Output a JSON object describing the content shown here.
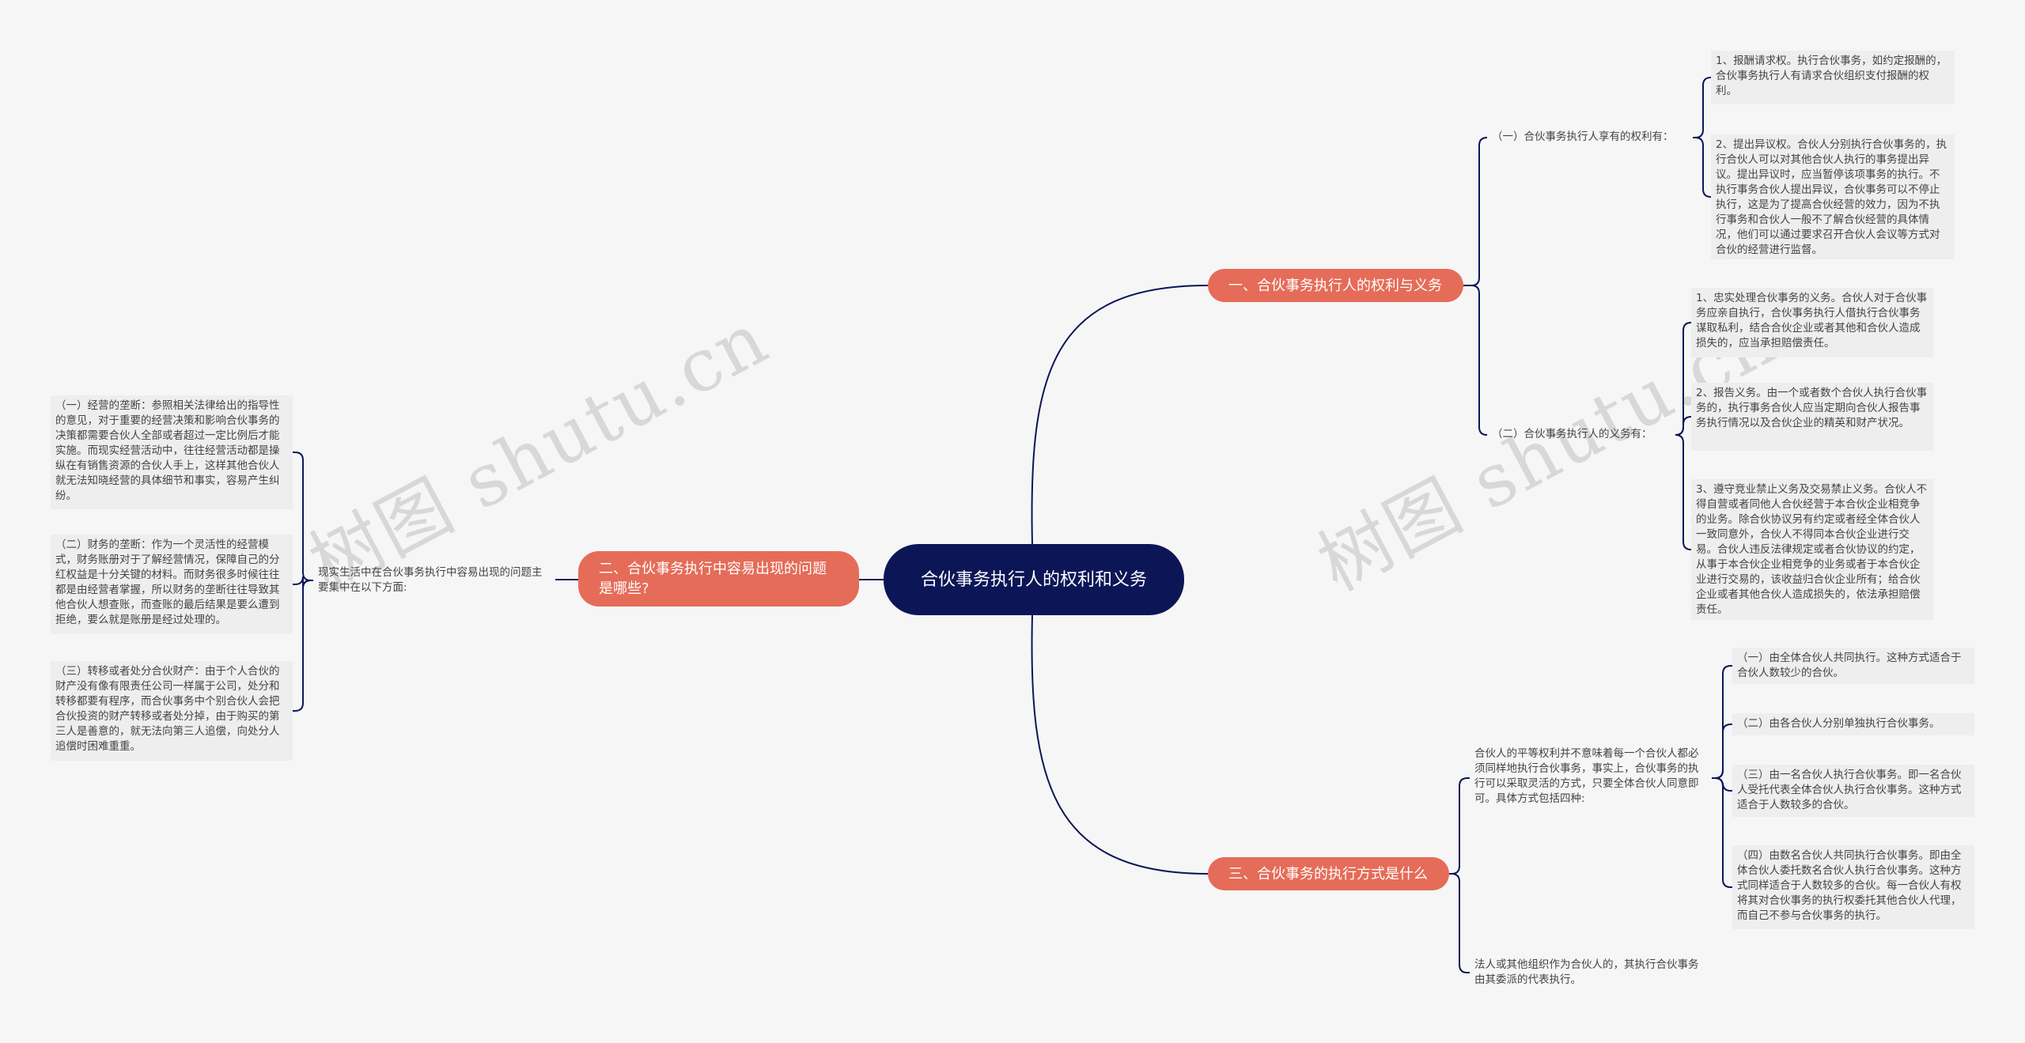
{
  "watermark": "树图 shutu.cn",
  "root": "合伙事务执行人的权利和义务",
  "branches": {
    "b1": {
      "title": "一、合伙事务执行人的权利与义务",
      "rights": {
        "label": "（一）合伙事务执行人享有的权利有：",
        "items": [
          "1、报酬请求权。执行合伙事务，如约定报酬的，合伙事务执行人有请求合伙组织支付报酬的权利。",
          "2、提出异议权。合伙人分别执行合伙事务的，执行合伙人可以对其他合伙人执行的事务提出异议。提出异议时，应当暂停该项事务的执行。不执行事务合伙人提出异议，合伙事务可以不停止执行，这是为了提高合伙经营的效力，因为不执行事务和合伙人一般不了解合伙经营的具体情况，他们可以通过要求召开合伙人会议等方式对合伙的经营进行监督。"
        ]
      },
      "duties": {
        "label": "（二）合伙事务执行人的义务有：",
        "items": [
          "1、忠实处理合伙事务的义务。合伙人对于合伙事务应亲自执行，合伙事务执行人借执行合伙事务谋取私利，结合合伙企业或者其他和合伙人造成损失的，应当承担赔偿责任。",
          "2、报告义务。由一个或者数个合伙人执行合伙事务的，执行事务合伙人应当定期向合伙人报告事务执行情况以及合伙企业的精英和财产状况。",
          "3、遵守竞业禁止义务及交易禁止义务。合伙人不得自营或者同他人合伙经营于本合伙企业相竞争的业务。除合伙协议另有约定或者经全体合伙人一致同意外，合伙人不得同本合伙企业进行交易。合伙人违反法律规定或者合伙协议的约定，从事于本合伙企业相竞争的业务或者于本合伙企业进行交易的，该收益归合伙企业所有；给合伙企业或者其他合伙人造成损失的，依法承担赔偿责任。"
        ]
      }
    },
    "b2": {
      "title": "二、合伙事务执行中容易出现的问题是哪些?",
      "intro": "现实生活中在合伙事务执行中容易出现的问题主要集中在以下方面:",
      "items": [
        "（一）经营的垄断：参照相关法律给出的指导性的意见，对于重要的经营决策和影响合伙事务的决策都需要合伙人全部或者超过一定比例后才能实施。而现实经营活动中，往往经营活动都是操纵在有销售资源的合伙人手上，这样其他合伙人就无法知晓经营的具体细节和事实，容易产生纠纷。",
        "（二）财务的垄断：作为一个灵活性的经营模式，财务账册对于了解经营情况，保障自己的分红权益是十分关键的材料。而财务很多时候往往都是由经营者掌握，所以财务的垄断往往导致其他合伙人想查账，而查账的最后结果是要么遭到拒绝，要么就是账册是经过处理的。",
        "（三）转移或者处分合伙财产：由于个人合伙的财产没有像有限责任公司一样属于公司，处分和转移都要有程序，而合伙事务中个别合伙人会把合伙投资的财产转移或者处分掉，由于购买的第三人是善意的，就无法向第三人追偿，向处分人追偿时困难重重。"
      ]
    },
    "b3": {
      "title": "三、合伙事务的执行方式是什么",
      "intro": "合伙人的平等权利并不意味着每一个合伙人都必须同样地执行合伙事务，事实上，合伙事务的执行可以采取灵活的方式，只要全体合伙人同意即可。具体方式包括四种:",
      "items": [
        "（一）由全体合伙人共同执行。这种方式适合于合伙人数较少的合伙。",
        "（二）由各合伙人分别单独执行合伙事务。",
        "（三）由一名合伙人执行合伙事务。即一名合伙人受托代表全体合伙人执行合伙事务。这种方式适合于人数较多的合伙。",
        "（四）由数名合伙人共同执行合伙事务。即由全体合伙人委托数名合伙人执行合伙事务。这种方式同样适合于人数较多的合伙。每一合伙人有权将其对合伙事务的执行权委托其他合伙人代理，而自己不参与合伙事务的执行。"
      ],
      "note": "法人或其他组织作为合伙人的，其执行合伙事务由其委派的代表执行。"
    }
  },
  "colors": {
    "root": "#0c1657",
    "main": "#e56c58",
    "line": "#0c1657",
    "leaf": "#eeeeee"
  }
}
